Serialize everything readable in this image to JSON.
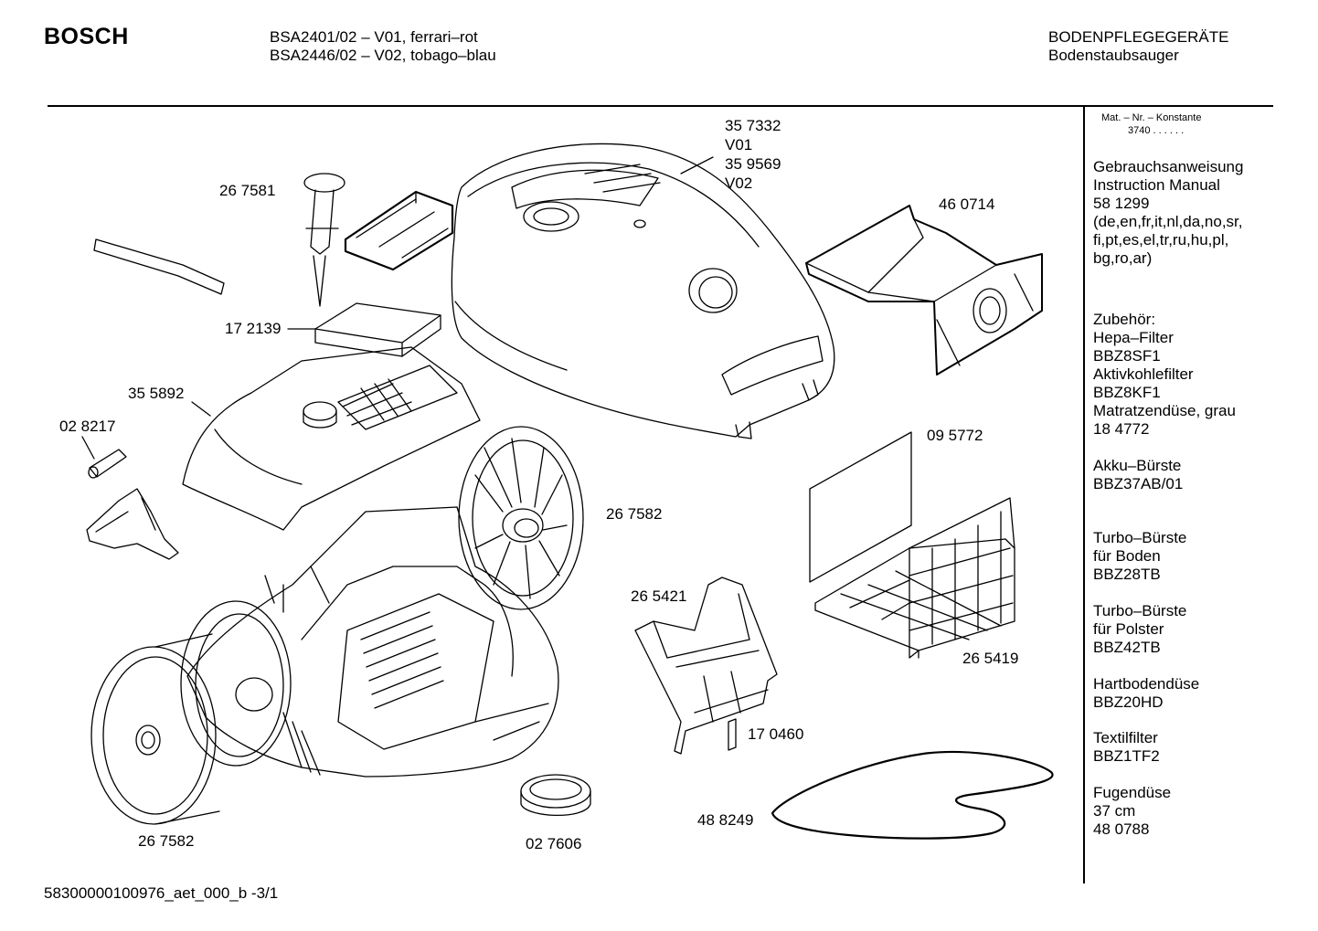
{
  "header": {
    "brand": "BOSCH",
    "models": [
      "BSA2401/02 – V01, ferrari–rot",
      "BSA2446/02 – V02, tobago–blau"
    ],
    "category": [
      "BODENPFLEGEGERÄTE",
      "Bodenstaubsauger"
    ]
  },
  "sidebar": {
    "matnr_label": "Mat. – Nr. – Konstante",
    "matnr_code": "3740  .  .    .  .  .  .",
    "blocks": [
      [
        "Gebrauchsanweisung",
        "Instruction Manual",
        "58 1299",
        "(de,en,fr,it,nl,da,no,sr,",
        "fi,pt,es,el,tr,ru,hu,pl,",
        "bg,ro,ar)"
      ],
      [
        "Zubehör:",
        "Hepa–Filter",
        "BBZ8SF1",
        "Aktivkohlefilter",
        "BBZ8KF1",
        "Matratzendüse, grau",
        "18 4772"
      ],
      [
        "Akku–Bürste",
        "BBZ37AB/01"
      ],
      [
        "Turbo–Bürste",
        "für Boden",
        "BBZ28TB"
      ],
      [
        "Turbo–Bürste",
        "für Polster",
        "BBZ42TB"
      ],
      [
        "Hartbodendüse",
        "BBZ20HD"
      ],
      [
        "Textilfilter",
        "BBZ1TF2"
      ],
      [
        "Fugendüse",
        "37 cm",
        "48 0788"
      ]
    ]
  },
  "parts": {
    "cover_a": "35 7332",
    "cover_a_var": "V01",
    "cover_b": "35 9569",
    "cover_b_var": "V02",
    "latch": "26 7581",
    "filter_bag": "46 0714",
    "hepa_filter": "17 2139",
    "filter_holder": "35 5892",
    "spring": "02 8217",
    "motor_filter": "09 5772",
    "wheel_upper": "26 7582",
    "bag_holder": "26 5421",
    "grid": "26 5419",
    "seal": "17 0460",
    "wheel_lower": "26 7582",
    "gasket": "48 8249",
    "swivel": "02 7606"
  },
  "footer": {
    "doc_id": "58300000100976_aet_000_b -3/1"
  }
}
